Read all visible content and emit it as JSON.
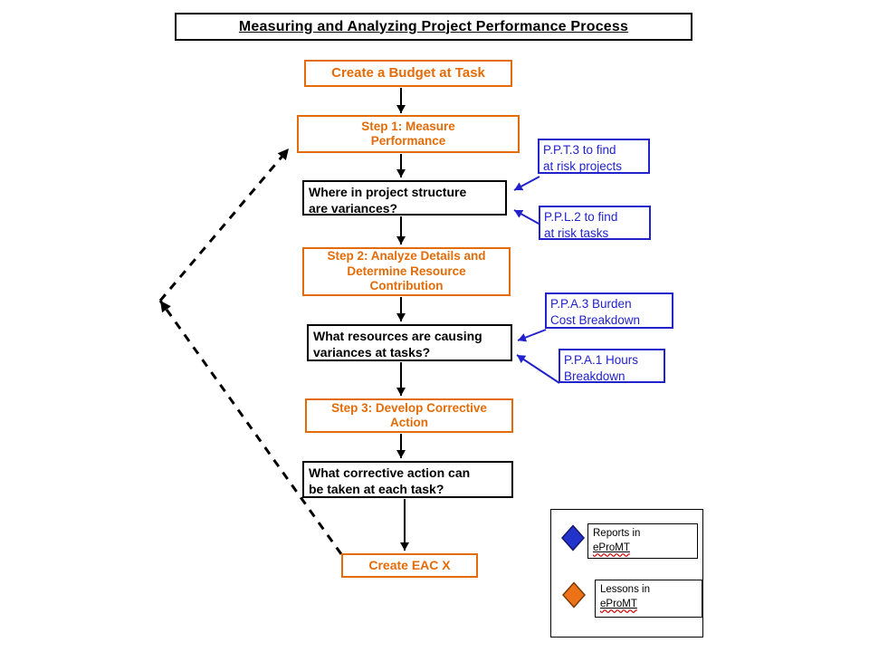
{
  "title": "Measuring and Analyzing Project Performance Process",
  "colors": {
    "orange": "#E36C09",
    "blue": "#2222CC",
    "black": "#000000",
    "diamond_blue": "#2233CC",
    "diamond_orange": "#ED7117",
    "squiggle_red": "#CC0000"
  },
  "nodes": {
    "budget": "Create a Budget at Task",
    "step1": "Step 1: Measure\nPerformance",
    "q1": "Where in project structure\nare variances?",
    "step2": "Step 2: Analyze Details and\nDetermine Resource\nContribution",
    "q2": "What resources are causing\nvariances at tasks?",
    "step3": "Step 3: Develop Corrective\nAction",
    "q3": "What corrective action can\nbe taken at each task?",
    "eac": "Create EAC X"
  },
  "callouts": {
    "ppt3": "P.P.T.3  to find\nat risk projects",
    "ppl2": "P.P.L.2  to find\nat risk tasks",
    "ppa3": "P.P.A.3  Burden\nCost Breakdown",
    "ppa1": "P.P.A.1 Hours\nBreakdown"
  },
  "legend": {
    "items": [
      {
        "icon": "blue-diamond",
        "prefix": "Reports in",
        "word": "eProMT",
        "color": "#2233CC"
      },
      {
        "icon": "orange-diamond",
        "prefix": "Lessons in",
        "word": "eProMT",
        "color": "#ED7117"
      }
    ]
  }
}
